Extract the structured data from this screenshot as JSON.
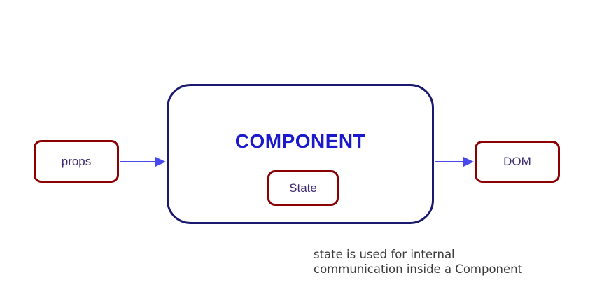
{
  "diagram": {
    "props_box": {
      "label": "props"
    },
    "component_box": {
      "title": "COMPONENT"
    },
    "state_box": {
      "label": "State"
    },
    "dom_box": {
      "label": "DOM"
    },
    "caption": {
      "line1": "state is used for internal",
      "line2": "communication inside a Component"
    },
    "colors": {
      "small_box_border": "#8B0000",
      "component_border": "#191970",
      "arrow": "#4848f0",
      "component_title": "#1a1acc",
      "box_label": "#3d2a70",
      "caption_text": "#3b3b3b",
      "background": "#ffffff"
    }
  }
}
